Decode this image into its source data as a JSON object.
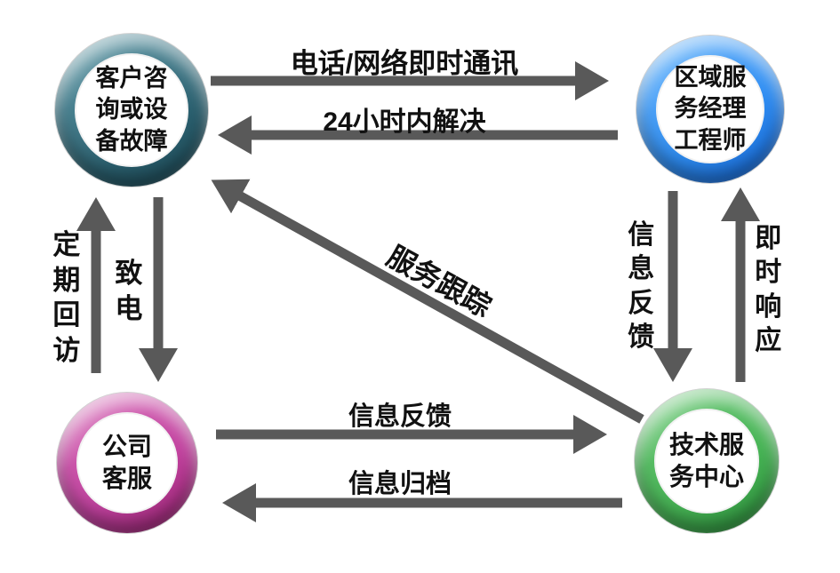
{
  "nodes": {
    "customer": {
      "label": "客户咨询或设备故障",
      "color": "#2e6e7d"
    },
    "regional": {
      "label": "区域服务经理工程师",
      "color": "#2f8df2"
    },
    "company": {
      "label": "公司客服",
      "color": "#c2429f"
    },
    "tech": {
      "label": "技术服务中心",
      "color": "#3cae4c"
    }
  },
  "edges": {
    "phone": {
      "from": "customer",
      "to": "regional",
      "label": "电话/网络即时通讯"
    },
    "resolve24": {
      "from": "regional",
      "to": "customer",
      "label": "24小时内解决"
    },
    "periodic_visit": {
      "from": "company",
      "to": "customer",
      "label": "定期回访"
    },
    "call": {
      "from": "customer",
      "to": "company",
      "label": "致电"
    },
    "feedback_bottom": {
      "from": "company",
      "to": "tech",
      "label": "信息反馈"
    },
    "archive": {
      "from": "tech",
      "to": "company",
      "label": "信息归档"
    },
    "feedback_right": {
      "from": "regional",
      "to": "tech",
      "label": "信息反馈"
    },
    "instant_response": {
      "from": "tech",
      "to": "regional",
      "label": "即时响应"
    },
    "service_tracking": {
      "from": "tech",
      "to": "customer",
      "label": "服务跟踪"
    }
  },
  "colors": {
    "arrow": "#595959",
    "label_text": "#111111",
    "background": "#ffffff"
  }
}
